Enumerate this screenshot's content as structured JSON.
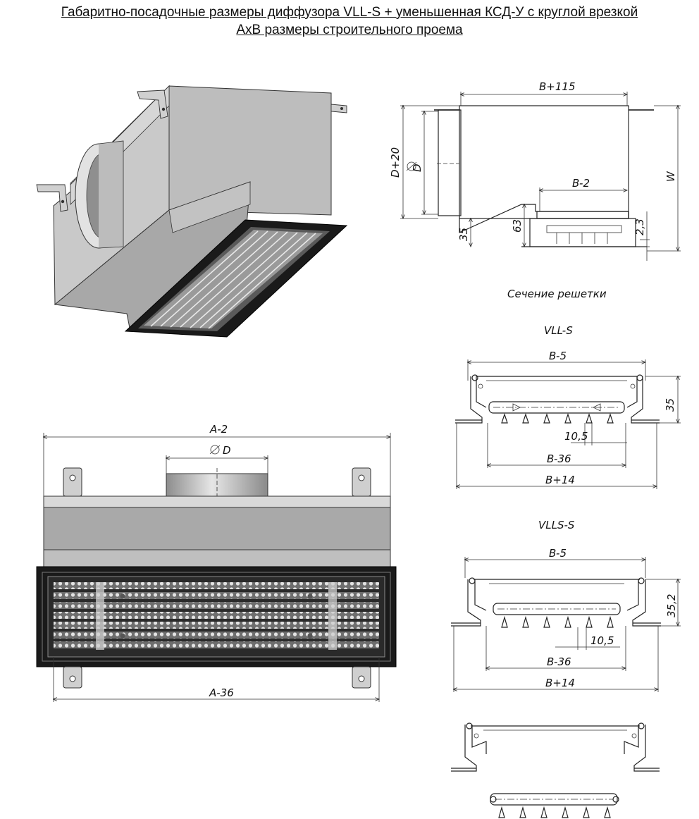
{
  "title": {
    "line1": "Габаритно-посадочные размеры диффузора VLL-S + уменьшенная КСД-У с круглой врезкой",
    "line2": "AxB размеры строительного проема"
  },
  "side_view": {
    "dim_b115": "B+115",
    "dim_d20": "D+20",
    "dim_d": "D",
    "dim_w": "W",
    "dim_b2": "B-2",
    "dim_63": "63",
    "dim_35": "35",
    "dim_23": "2,3"
  },
  "section_caption": "Сечение решетки",
  "vlls": {
    "label": "VLL-S",
    "dim_b5": "B-5",
    "dim_35": "35",
    "dim_105": "10,5",
    "dim_b36": "B-36",
    "dim_b14": "B+14"
  },
  "vllss": {
    "label": "VLLS-S",
    "dim_b5": "B-5",
    "dim_352": "35,2",
    "dim_105": "10,5",
    "dim_b36": "B-36",
    "dim_b14": "B+14"
  },
  "front_view": {
    "dim_a2": "A-2",
    "dim_d": "D",
    "dim_a36": "A-36"
  },
  "colors": {
    "metal_light": "#d4d4d4",
    "metal_mid": "#b3b3b3",
    "metal_dark": "#8c8c8c",
    "frame_black": "#1a1a1a"
  }
}
